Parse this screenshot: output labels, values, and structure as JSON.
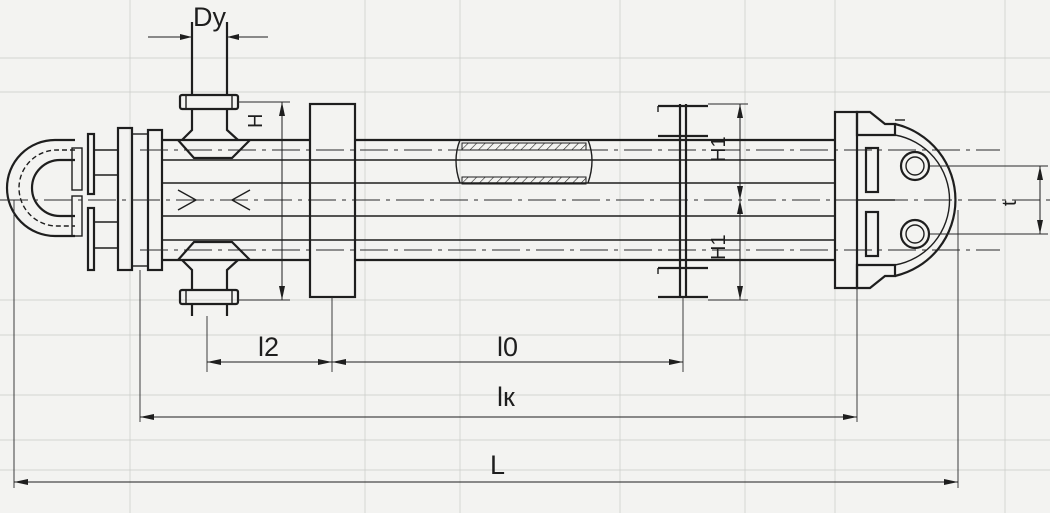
{
  "labels": {
    "nozzle_diameter": "Dy",
    "nozzle_height": "H",
    "support_height_top": "H1",
    "support_height_bottom": "H1",
    "tube_pitch": "t",
    "length_l2": "l2",
    "length_l0": "l0",
    "length_lk": "lк",
    "length_total": "L"
  },
  "colors": {
    "line": "#1e1e1e",
    "paper": "#f3f3f1",
    "grid": "#c9cbc6"
  }
}
